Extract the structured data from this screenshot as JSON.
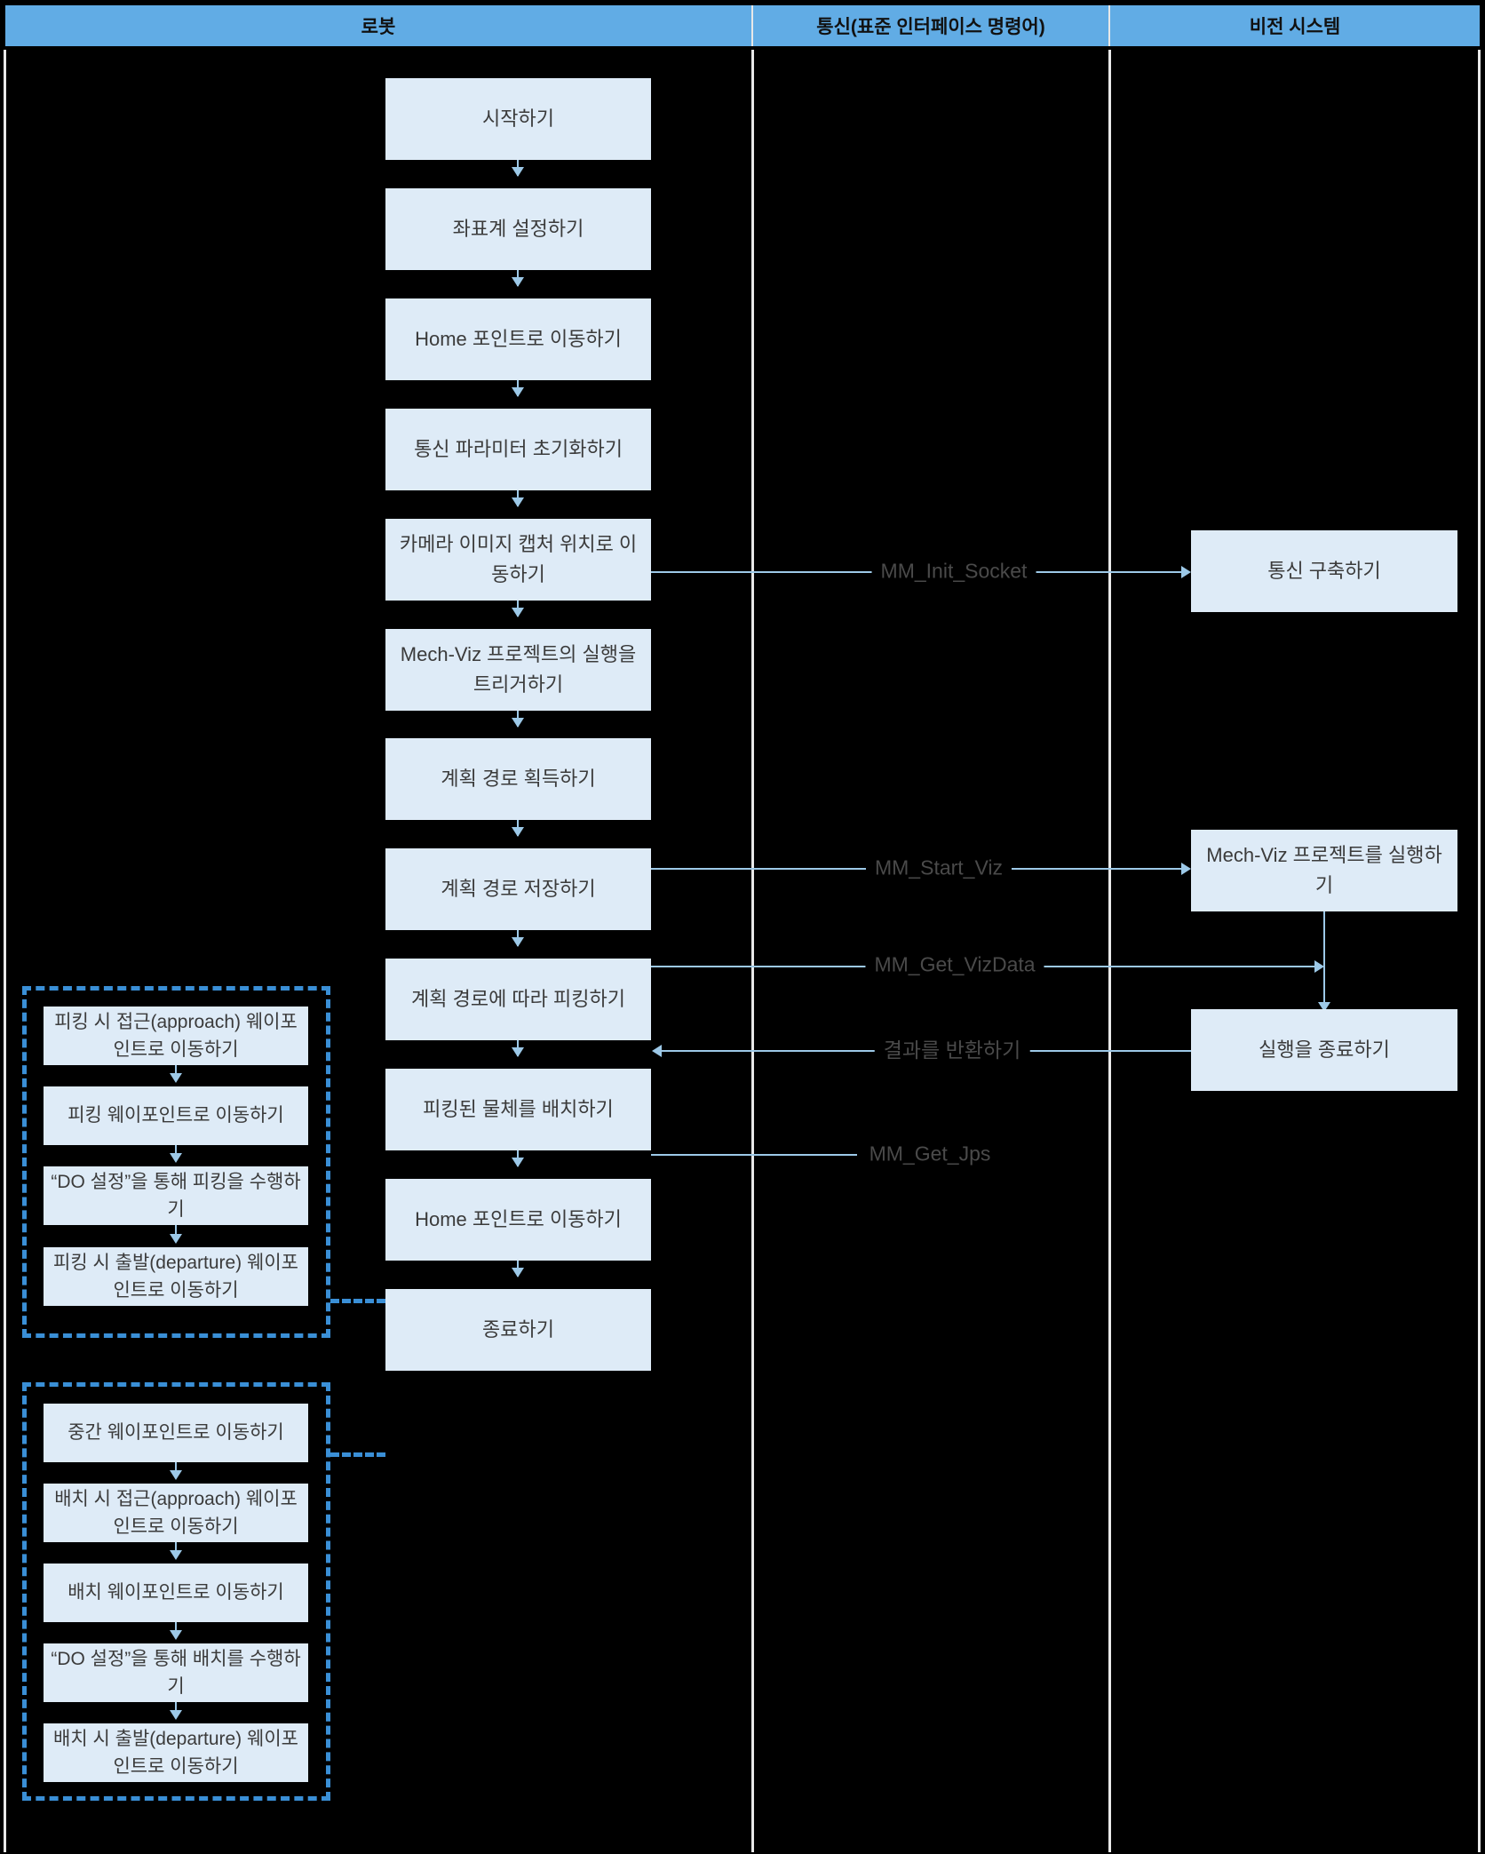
{
  "header": {
    "columns": [
      {
        "label": "로봇"
      },
      {
        "label": "통신(표준 인터페이스 명령어)"
      },
      {
        "label": "비전 시스템"
      }
    ]
  },
  "colors": {
    "header_blue": "#61ACE5",
    "box_fill": "#deebf7",
    "connector": "#9dc9e8",
    "group_dash": "#3a8fd6",
    "background": "#000000",
    "divider": "#e9e9e9"
  },
  "robot_steps": [
    {
      "id": "start",
      "label": "시작하기"
    },
    {
      "id": "set-frame",
      "label": "좌표계 설정하기"
    },
    {
      "id": "home-1",
      "label": "Home 포인트로 이동하기"
    },
    {
      "id": "init-comm",
      "label": "통신 파라미터 초기화하기"
    },
    {
      "id": "move-capture",
      "label": "카메라 이미지 캡처 위치로 이동하기"
    },
    {
      "id": "trigger-viz",
      "label": "Mech-Viz 프로젝트의 실행을 트리거하기"
    },
    {
      "id": "get-path",
      "label": "계획 경로 획득하기"
    },
    {
      "id": "save-path",
      "label": "계획 경로 저장하기"
    },
    {
      "id": "pick-path",
      "label": "계획 경로에 따라 피킹하기"
    },
    {
      "id": "place-object",
      "label": "피킹된 물체를 배치하기"
    },
    {
      "id": "home-2",
      "label": "Home 포인트로 이동하기"
    },
    {
      "id": "end",
      "label": "종료하기"
    }
  ],
  "vision_steps": [
    {
      "id": "build-comm",
      "label": "통신 구축하기"
    },
    {
      "id": "run-viz",
      "label": "Mech-Viz 프로젝트를 실행하기"
    },
    {
      "id": "end-run",
      "label": "실행을 종료하기"
    }
  ],
  "messages": [
    {
      "id": "init-socket",
      "label": "MM_Init_Socket"
    },
    {
      "id": "start-viz",
      "label": "MM_Start_Viz"
    },
    {
      "id": "get-vizdata",
      "label": "MM_Get_VizData"
    },
    {
      "id": "return-result",
      "label": "결과를 반환하기"
    },
    {
      "id": "get-jps",
      "label": "MM_Get_Jps"
    }
  ],
  "pick_group": {
    "steps": [
      {
        "id": "pick-approach",
        "label": "피킹 시 접근(approach) 웨이포인트로 이동하기"
      },
      {
        "id": "pick-waypoint",
        "label": "피킹 웨이포인트로 이동하기"
      },
      {
        "id": "pick-do",
        "label": "“DO 설정”을 통해 피킹을 수행하기"
      },
      {
        "id": "pick-departure",
        "label": "피킹 시 출발(departure) 웨이포인트로 이동하기"
      }
    ]
  },
  "place_group": {
    "steps": [
      {
        "id": "mid-waypoint",
        "label": "중간 웨이포인트로 이동하기"
      },
      {
        "id": "place-approach",
        "label": "배치 시 접근(approach) 웨이포인트로 이동하기"
      },
      {
        "id": "place-waypoint",
        "label": "배치 웨이포인트로 이동하기"
      },
      {
        "id": "place-do",
        "label": "“DO 설정”을 통해 배치를 수행하기"
      },
      {
        "id": "place-departure",
        "label": "배치 시 출발(departure) 웨이포인트로 이동하기"
      }
    ]
  }
}
